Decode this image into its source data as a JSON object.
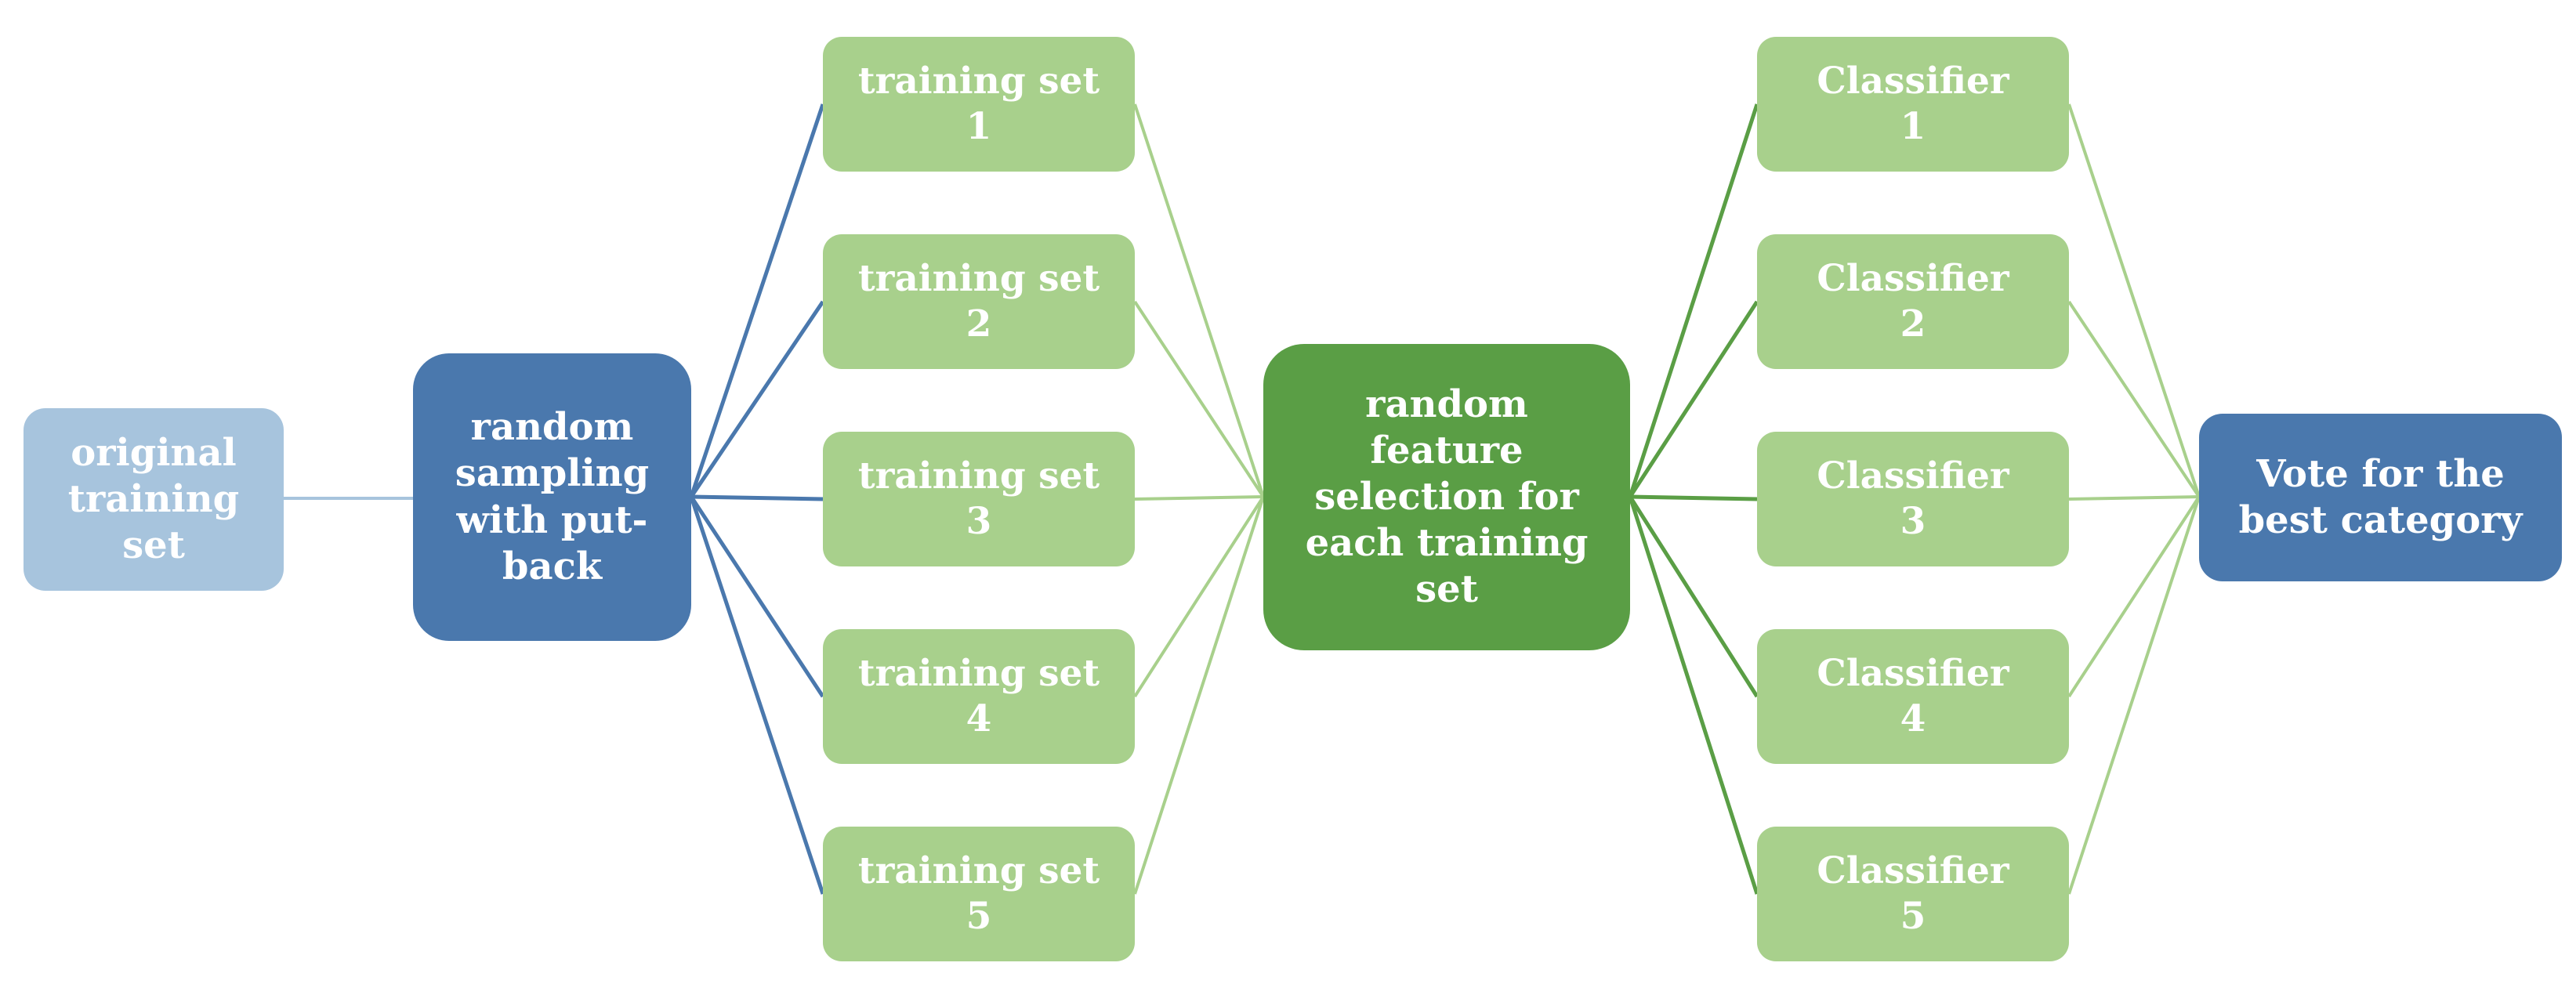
{
  "colors": {
    "light_blue": "#a7c4dd",
    "blue": "#4a78ad",
    "light_green": "#a8d08c",
    "green": "#5a9e45",
    "line_blue": "#4a78ad",
    "line_light_green": "#a8d08c",
    "line_green": "#5a9e45",
    "line_light_blue": "#a7c4dd"
  },
  "nodes": {
    "original": "original\ntraining\nset",
    "sampling": "random\nsampling\nwith put-\nback",
    "training_sets": [
      "training set\n1",
      "training set\n2",
      "training set\n3",
      "training set\n4",
      "training set\n5"
    ],
    "feature": "random\nfeature\nselection for\neach training\nset",
    "classifiers": [
      "Classifier\n1",
      "Classifier\n2",
      "Classifier\n3",
      "Classifier\n4",
      "Classifier\n5"
    ],
    "vote": "Vote for the\nbest category"
  }
}
